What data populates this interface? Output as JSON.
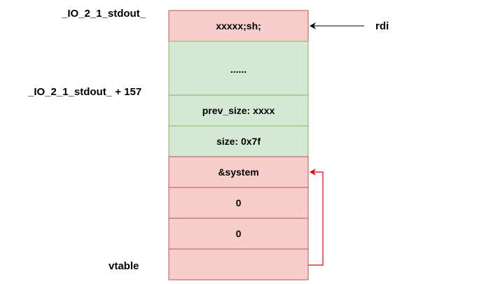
{
  "labels": {
    "stdout": "_IO_2_1_stdout_",
    "stdout_offset": "_IO_2_1_stdout_ + 157",
    "vtable": "vtable",
    "rdi": "rdi"
  },
  "cells": {
    "c0": "xxxxx;sh;",
    "c1": "......",
    "c2": "prev_size: xxxx",
    "c3": "size: 0x7f",
    "c4": "&system",
    "c5": "0",
    "c6": "0",
    "c7": ""
  },
  "colors": {
    "red_fill": "#f8cecc",
    "red_stroke": "#b85450",
    "green_fill": "#d5e8d4",
    "green_stroke": "#82b366",
    "arrow_black": "#000000",
    "arrow_red": "#e00000"
  }
}
